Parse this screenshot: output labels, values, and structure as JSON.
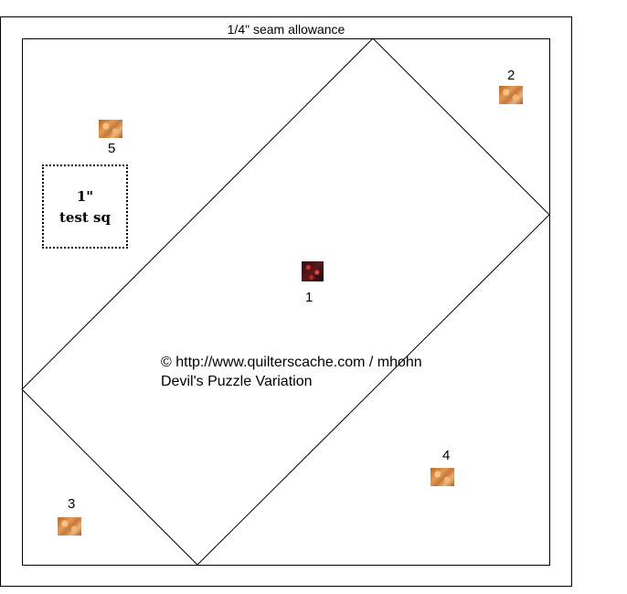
{
  "diagram": {
    "seam_label": "1/4\" seam allowance",
    "pieces": [
      {
        "number": "1",
        "fabric": "dark-red-print"
      },
      {
        "number": "2",
        "fabric": "orange-print"
      },
      {
        "number": "3",
        "fabric": "orange-print"
      },
      {
        "number": "4",
        "fabric": "orange-print"
      },
      {
        "number": "5",
        "fabric": "orange-print"
      }
    ],
    "test_square": {
      "line1": "1\"",
      "line2": "test sq"
    },
    "copyright": "© http://www.quilterscache.com / mhohn",
    "pattern_name": "Devil's Puzzle Variation",
    "colors": {
      "line": "#000000",
      "fabric_orange": "#d9894a",
      "fabric_dark": "#3a1212"
    }
  }
}
